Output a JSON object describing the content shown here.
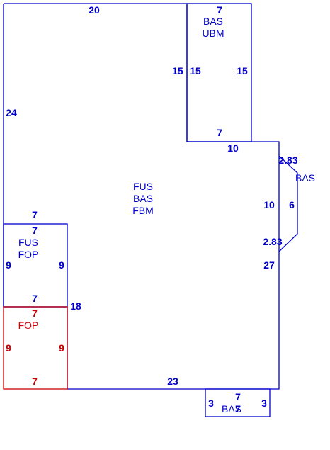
{
  "colors": {
    "primary": "#0000cc",
    "secondary": "#cc0000",
    "background": "#ffffff"
  },
  "dimensions": {
    "main_top": "20",
    "main_left": "24",
    "upper_top": "7",
    "upper_left": "15",
    "upper_left_inner": "15",
    "upper_right": "15",
    "upper_bottom": "7",
    "step_top": "10",
    "bay_diag_top": "2.83",
    "bay_inner": "10",
    "bay_depth": "6",
    "bay_diag_bottom": "2.83",
    "main_right": "27",
    "fop_upper_outer_top": "7",
    "fop_upper_inner_top": "7",
    "fop_upper_left": "9",
    "fop_upper_right": "9",
    "fop_upper_bottom": "7",
    "left_lower_vertical": "18",
    "fop_lower_top": "7",
    "fop_lower_left": "9",
    "fop_lower_right": "9",
    "fop_lower_bottom": "7",
    "main_bottom": "23",
    "small_left": "3",
    "small_top": "7",
    "small_right": "3",
    "small_bottom": "7"
  },
  "labels": {
    "main": [
      "FUS",
      "BAS",
      "FBM"
    ],
    "upper": [
      "BAS",
      "UBM"
    ],
    "bay": "BAS",
    "porch_upper": [
      "FUS",
      "FOP"
    ],
    "porch_lower": "FOP",
    "small": "BAS"
  }
}
